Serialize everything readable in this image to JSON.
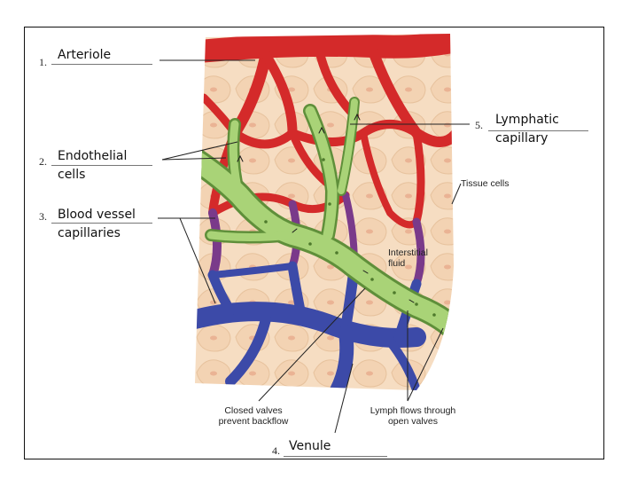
{
  "labels": [
    {
      "number": "1.",
      "text": "Arteriole"
    },
    {
      "number": "2.",
      "text": "Endothelial cells"
    },
    {
      "number": "3.",
      "text": "Blood vessel capillaries"
    },
    {
      "number": "4.",
      "text": "Venule"
    },
    {
      "number": "5.",
      "text": "Lymphatic capillary"
    }
  ],
  "annotations": {
    "tissue_cells": "Tissue cells",
    "interstitial_fluid": "Interstitial fluid",
    "closed_valves": "Closed valves prevent backflow",
    "lymph_flows": "Lymph flows through open valves"
  },
  "colors": {
    "artery": "#d42a2a",
    "vein": "#3c4aa8",
    "transition": "#7a3a8a",
    "lymph": "#8fbf5a",
    "tissue": "#f6ddc2"
  }
}
